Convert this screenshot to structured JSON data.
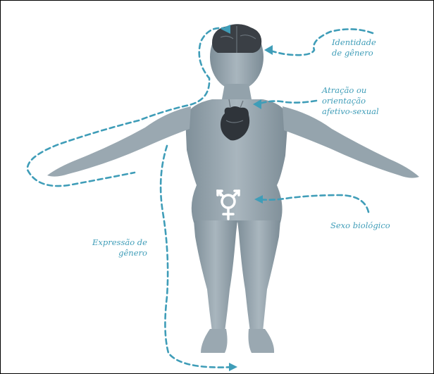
{
  "labels": {
    "gender_identity": [
      "Identidade",
      "de gênero"
    ],
    "attraction": [
      "Atração ou",
      "orientação",
      "afetivo-sexual"
    ],
    "biological_sex": [
      "Sexo biológico"
    ],
    "gender_expression": [
      "Expressão de",
      "gênero"
    ]
  },
  "icons": {
    "brain": "brain-icon",
    "heart": "heart-icon",
    "symbol": "transgender-symbol-icon"
  },
  "colors": {
    "accent": "#3f9db8",
    "body": "#8f9ea8",
    "dark": "#3a3f45"
  }
}
